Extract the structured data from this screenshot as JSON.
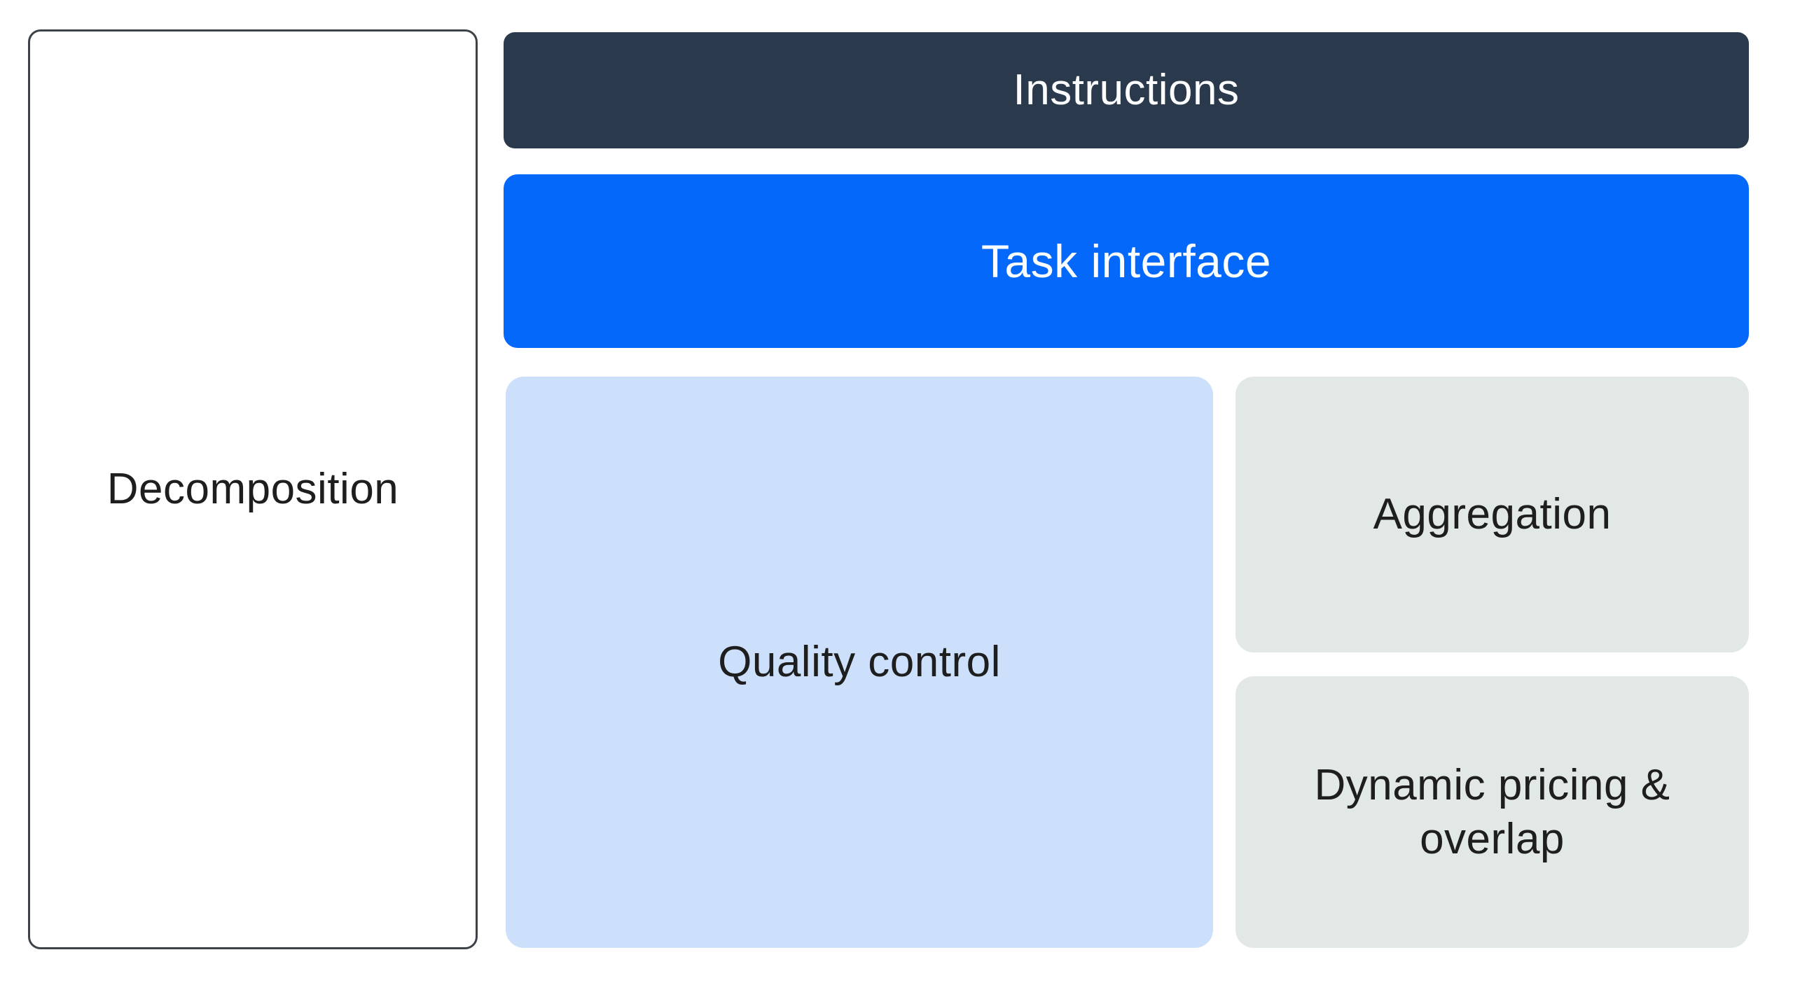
{
  "colors": {
    "background": "#ffffff",
    "dark_slate": "#2a394b",
    "accent_blue": "#0469fb",
    "light_blue": "#cce0fb",
    "light_gray_green": "#e2e8e5",
    "outline_dark": "#3c4248",
    "text_dark": "#1e1e1e",
    "text_light": "#fcfdfe"
  },
  "diagram": {
    "boxes": {
      "decomposition": {
        "label": "Decomposition",
        "bg": "#ffffff",
        "text": "#1e1e1e",
        "border": "#3c4248"
      },
      "instructions": {
        "label": "Instructions",
        "bg": "#2a394b",
        "text": "#fcfdfe"
      },
      "task_interface": {
        "label": "Task interface",
        "bg": "#0469fb",
        "text": "#fcfdfe"
      },
      "quality_control": {
        "label": "Quality control",
        "bg": "#cce0fb",
        "text": "#1e1e1e"
      },
      "aggregation": {
        "label": "Aggregation",
        "bg": "#e2e8e5",
        "text": "#1e1e1e"
      },
      "dynamic_pricing": {
        "label": "Dynamic pricing & overlap",
        "bg": "#e2e8e5",
        "text": "#1e1e1e"
      }
    }
  }
}
